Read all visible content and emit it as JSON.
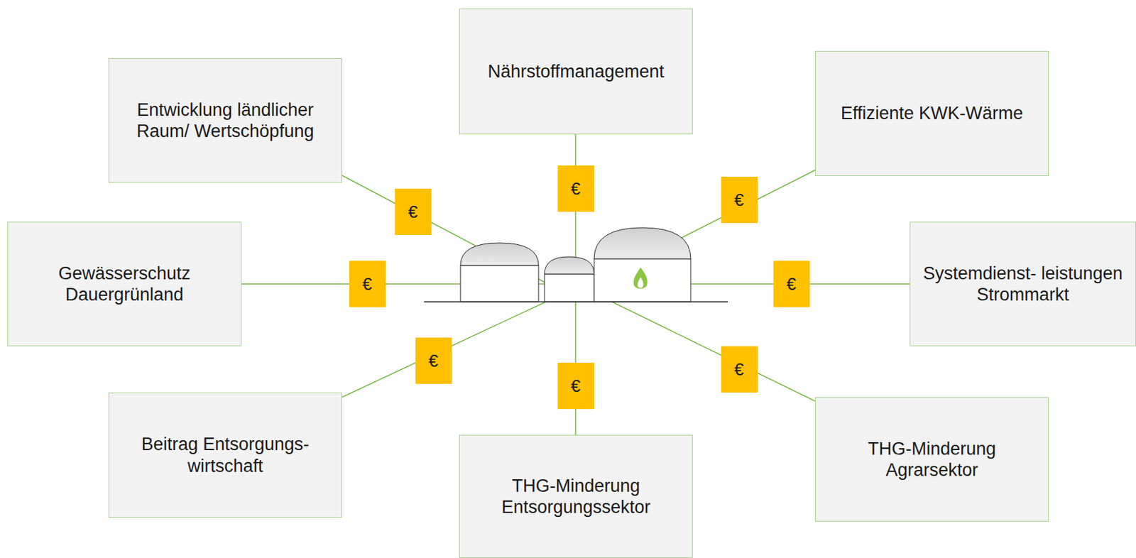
{
  "diagram": {
    "nodes": [
      {
        "text": [
          "Entwicklung ländlicher Raum/ Wertschöpfung"
        ]
      },
      {
        "text": [
          "Nährstoffmanagement"
        ]
      },
      {
        "text": [
          "Effiziente KWK-Wärme"
        ]
      },
      {
        "text": [
          "Gewässerschutz Dauergrünland"
        ]
      },
      {
        "text": [
          "Systemdienst- leistungen Strommarkt"
        ]
      },
      {
        "text": [
          "Beitrag Entsorgungs- wirtschaft"
        ]
      },
      {
        "text": [
          "THG-Minderung Entsorgungssektor"
        ]
      },
      {
        "text": [
          "THG-Minderung Agrarsektor"
        ]
      }
    ],
    "labels": [
      "€",
      "€",
      "€",
      "€",
      "€",
      "€",
      "€",
      "€"
    ]
  }
}
